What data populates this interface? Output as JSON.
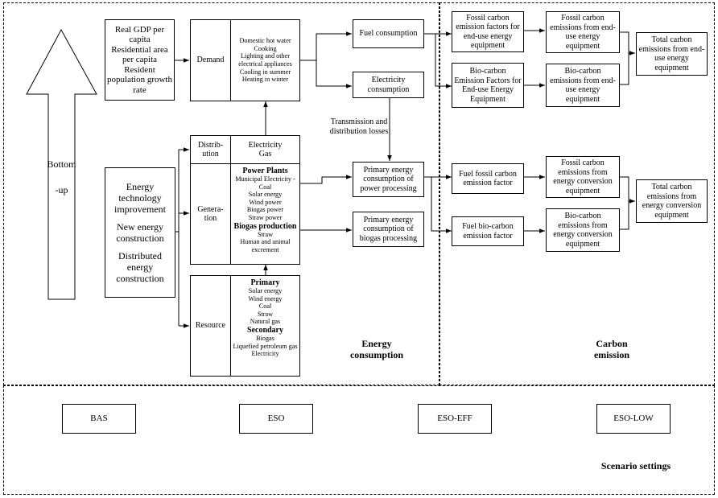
{
  "inputs": [
    "Real GDP per capita",
    "Residential area per capita",
    "Resident population growth rate"
  ],
  "bottom_up": {
    "line1": "Bottom",
    "line2": "-up"
  },
  "drivers": [
    "Energy technology improvement",
    "New energy construction",
    "Distributed energy construction"
  ],
  "demand": {
    "label": "Demand",
    "items": [
      "Domestic hot water",
      "Cooking",
      "Lighting and other electrical appliances",
      "Cooling in summer",
      "Heating in winter"
    ]
  },
  "distribution": {
    "label": "Distrib-ution",
    "items": [
      "Electricity",
      "Gas"
    ]
  },
  "generation": {
    "label": "Genera-tion",
    "power_plants": {
      "title": "Power Plants",
      "items": [
        "Municipal Electricity - Coal",
        "Solar energy",
        "Wind power",
        "Biogas power",
        "Straw power"
      ]
    },
    "biogas_production": {
      "title": "Biogas production",
      "items": [
        "Straw",
        "Human and animal excrement"
      ]
    }
  },
  "resource": {
    "label": "Resource",
    "primary": {
      "title": "Primary",
      "items": [
        "Solar energy",
        "Wind energy",
        "Coal",
        "Straw",
        "Natural gas"
      ]
    },
    "secondary": {
      "title": "Secondary",
      "items": [
        "Biogas",
        "Liquefied petroleum gas",
        "Electricity"
      ]
    }
  },
  "consumption": {
    "fuel": "Fuel consumption",
    "electricity": "Electricity consumption",
    "losses": "Transmission and distribution losses",
    "primary_power": "Primary energy consumption of power processing",
    "primary_biogas": "Primary energy consumption of biogas processing"
  },
  "carbon": {
    "fossil_factor_enduse": "Fossil carbon emission factors for end-use energy equipment",
    "bio_factor_enduse": "Bio-carbon Emission Factors for End-use Energy Equipment",
    "fossil_emissions_enduse": "Fossil carbon emissions from end-use energy equipment",
    "bio_emissions_enduse": "Bio-carbon emissions from end-use energy equipment",
    "total_enduse": "Total carbon emissions from end-use energy equipment",
    "fuel_fossil_factor": "Fuel fossil carbon emission factor",
    "fuel_bio_factor": "Fuel bio-carbon emission factor",
    "fossil_emissions_conversion": "Fossil carbon emissions from energy conversion equipment",
    "bio_emissions_conversion": "Bio-carbon emissions from energy conversion equipment",
    "total_conversion": "Total carbon emissions from energy conversion equipment"
  },
  "section_labels": {
    "energy_consumption": {
      "line1": "Energy",
      "line2": "consumption"
    },
    "carbon_emission": {
      "line1": "Carbon",
      "line2": "emission"
    },
    "scenario_settings": "Scenario settings"
  },
  "scenarios": [
    "BAS",
    "ESO",
    "ESO-EFF",
    "ESO-LOW"
  ]
}
